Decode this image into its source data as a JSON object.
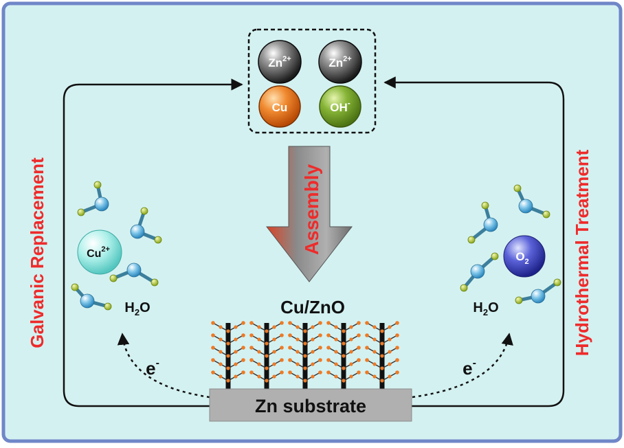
{
  "diagram": {
    "center_ions": [
      {
        "base": "Zn",
        "sup": "2+",
        "color": "dark-gray"
      },
      {
        "base": "Zn",
        "sup": "2+",
        "color": "dark-gray"
      },
      {
        "base": "Cu",
        "sup": "",
        "color": "orange"
      },
      {
        "base": "OH",
        "sup": "-",
        "color": "green"
      }
    ],
    "assembly_label": "Assembly",
    "product_label": "Cu/ZnO",
    "substrate_label": "Zn substrate",
    "left_process": "Galvanic Replacement",
    "right_process": "Hydrothermal Treatment",
    "left_ion": {
      "base": "Cu",
      "sup": "2+"
    },
    "right_ion": {
      "base": "O",
      "sub": "2"
    },
    "water_left": {
      "base": "H",
      "sub": "2",
      "tail": "O"
    },
    "water_right": {
      "base": "H",
      "sub": "2",
      "tail": "O"
    },
    "electron_left": {
      "base": "e",
      "sup": "-"
    },
    "electron_right": {
      "base": "e",
      "sup": "-"
    },
    "colors": {
      "background": "#d4f1f1",
      "frame": "#6f86c8",
      "process_text": "#ee2b2b",
      "zn_ion": "#3a3a3a",
      "cu_ion": "#ee7a25",
      "oh_ion": "#77a52b",
      "cu2_ion": "#a8ece8",
      "o2_ion": "#4a4fc2",
      "substrate": "#b0b0b0",
      "water": "#5fb2dd",
      "hydrogen": "#b6cc2e",
      "nanorod_dot": "#ee7a25"
    }
  }
}
